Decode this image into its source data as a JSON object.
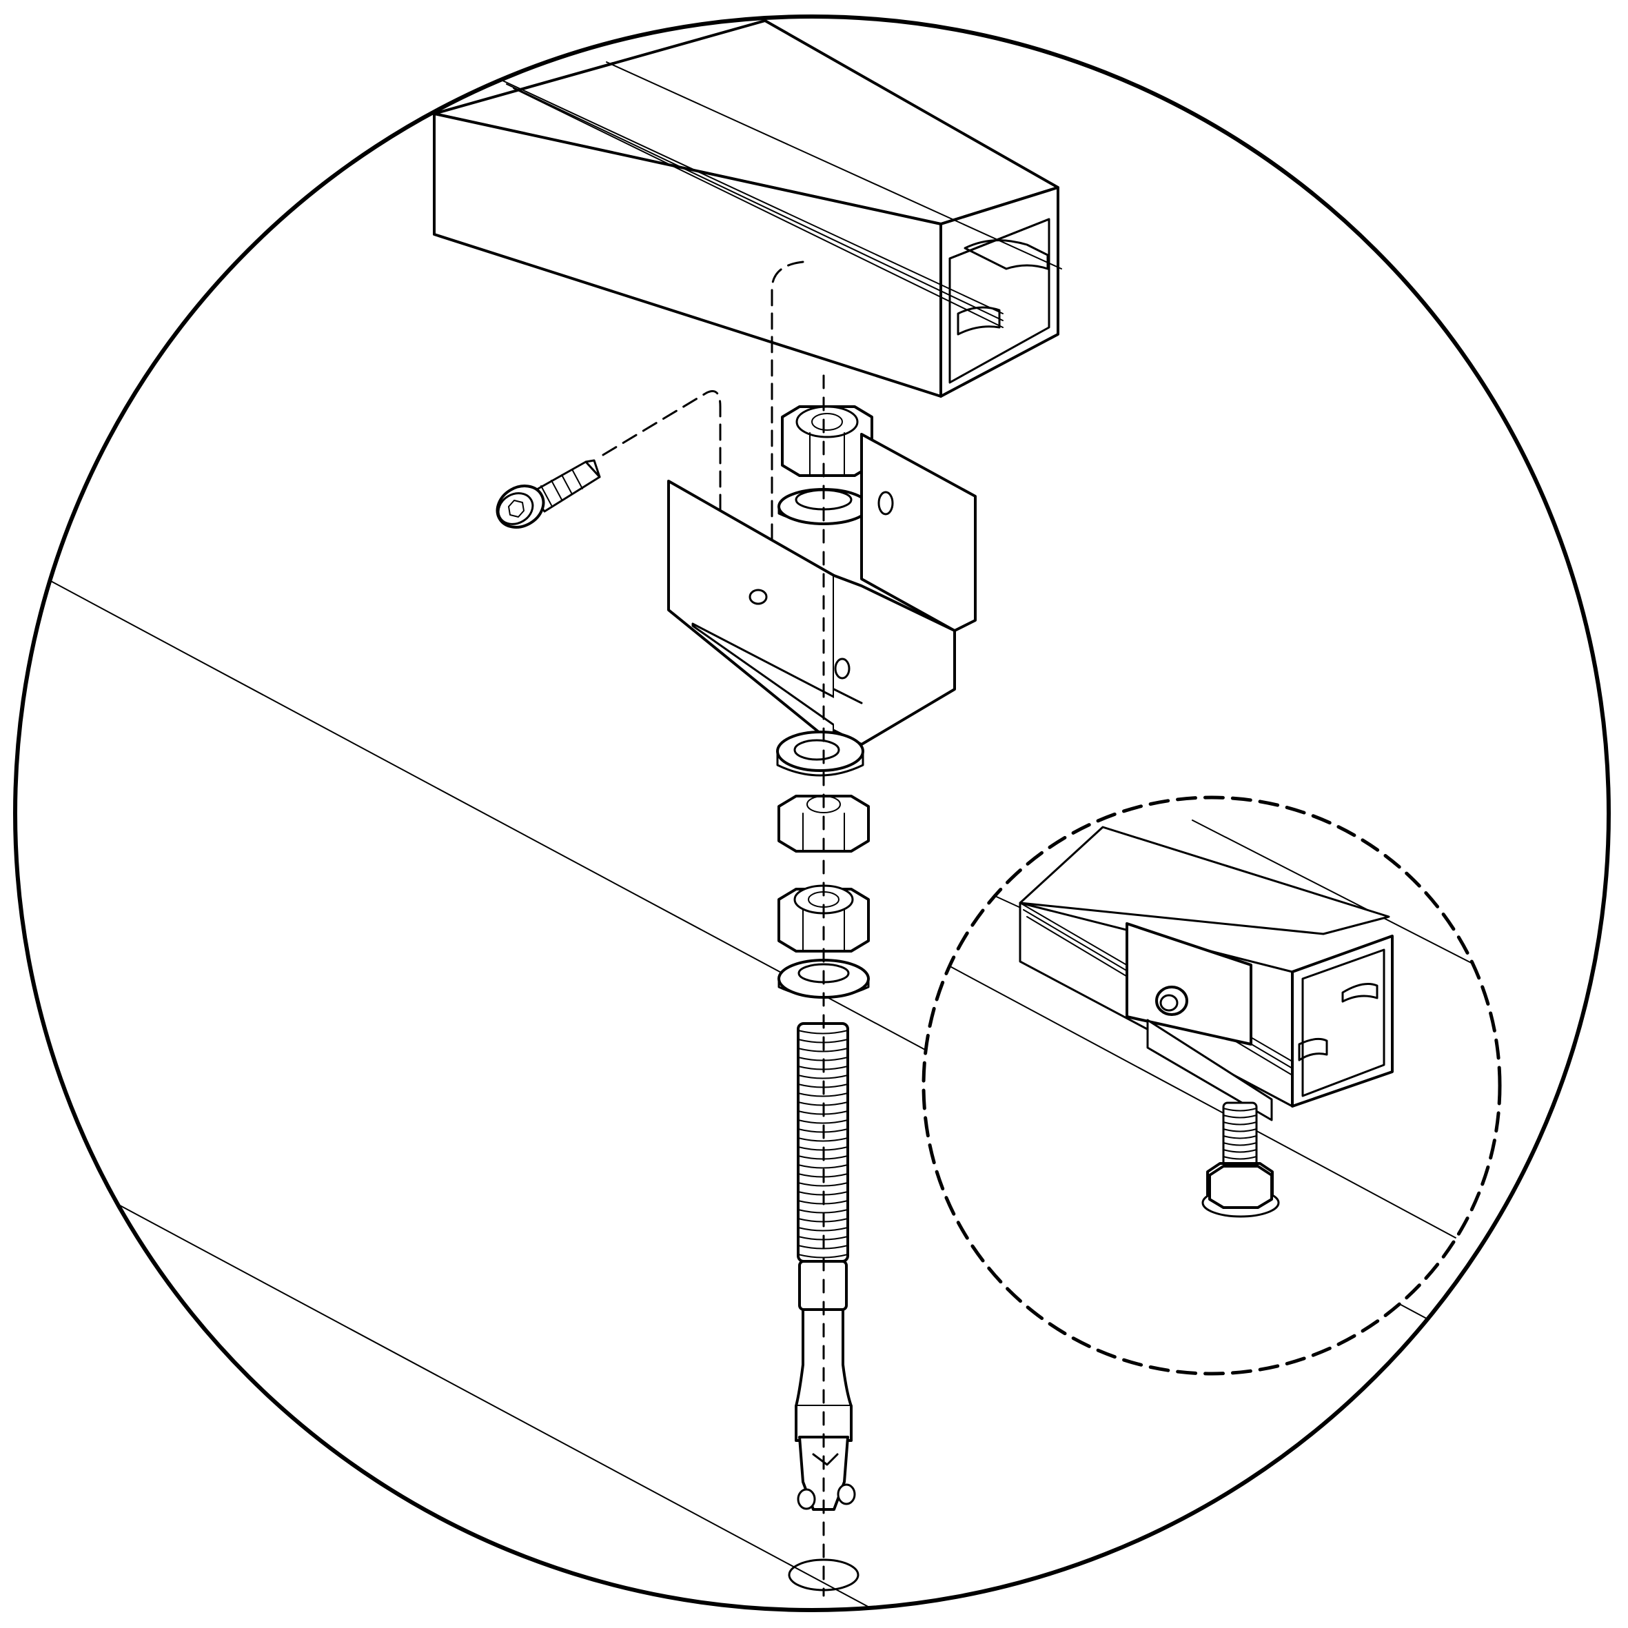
{
  "figure": {
    "kind": "exploded assembly illustration",
    "labels": [],
    "colors": {
      "line": "#000000",
      "background": "#ffffff"
    },
    "parts": [
      "rail",
      "socket-cap-screw",
      "top-hex-nut",
      "top-washer",
      "mounting-bracket",
      "upper-washer",
      "upper-hex-nut",
      "lower-hex-nut",
      "lower-washer",
      "threaded-stud",
      "expansion-anchor",
      "drill-hole"
    ],
    "inset": {
      "style": "dashed circle",
      "shows": "assembled view"
    }
  }
}
